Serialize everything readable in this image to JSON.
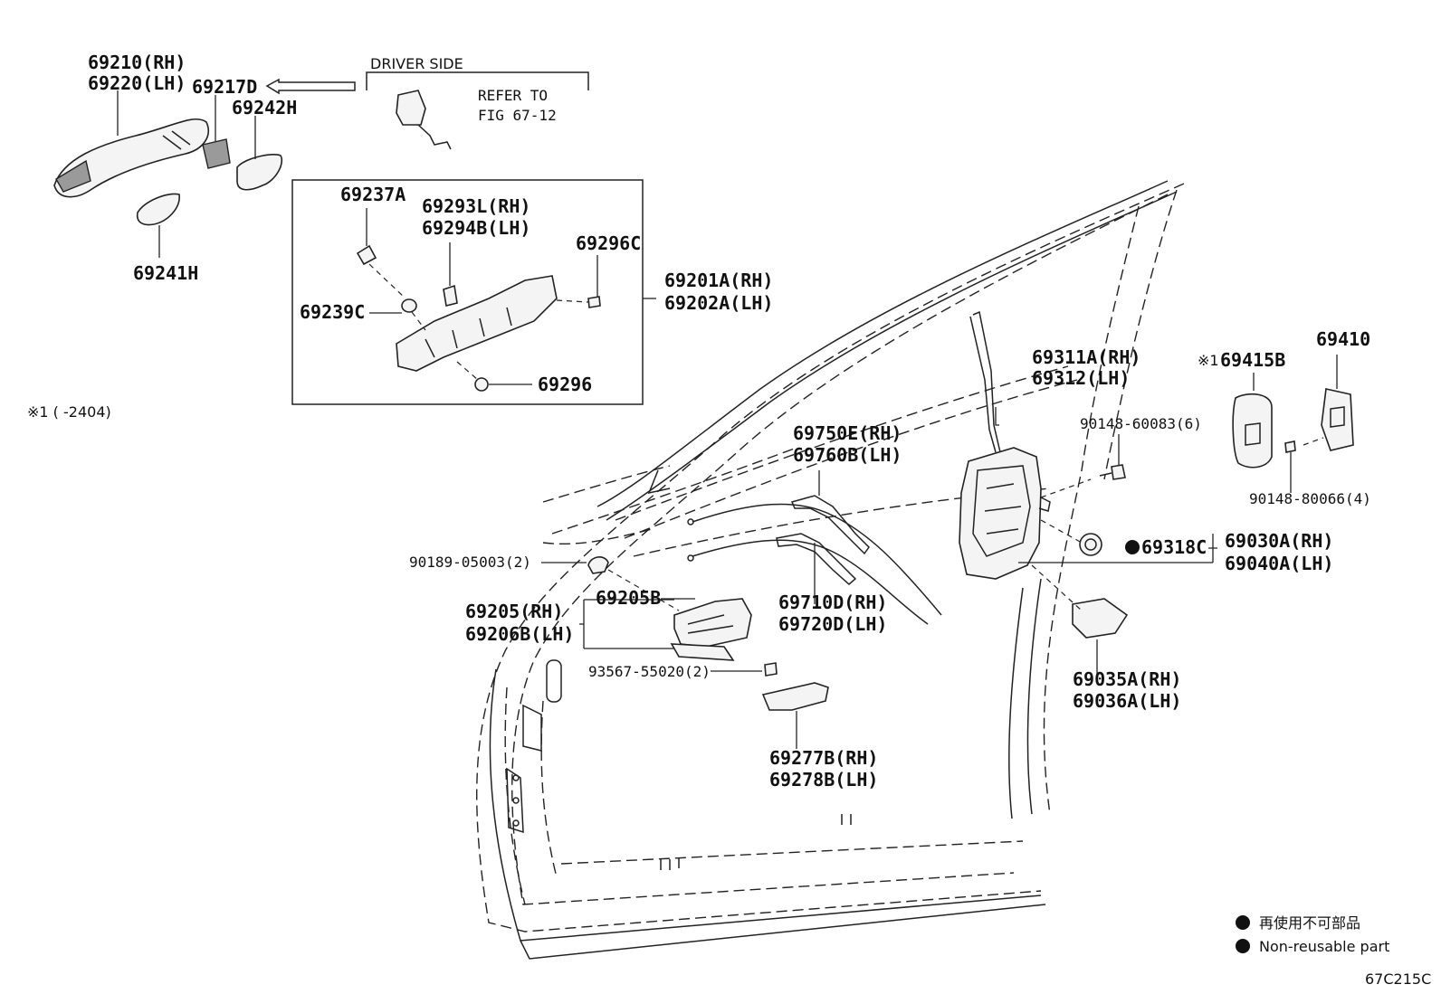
{
  "labels": {
    "outer_handle_rh": "69210(RH)",
    "outer_handle_lh": "69220(LH)",
    "cap": "69217D",
    "pad_rear": "69242H",
    "pad_front": "69241H",
    "driver_side": "DRIVER SIDE",
    "refer_to_line1": "REFER TO",
    "refer_to_line2": "FIG 67-12",
    "spring": "69237A",
    "cover_rh": "69293L(RH)",
    "cover_lh": "69294B(LH)",
    "screw_c": "69296C",
    "frame_rh": "69201A(RH)",
    "frame_lh": "69202A(LH)",
    "bushing": "69239C",
    "screw": "69296",
    "footnote": "※1 (      -2404)",
    "rod_rh": "69311A(RH)",
    "rod_lh": "69312(LH)",
    "cable_open_rh": "69750E(RH)",
    "cable_open_lh": "69760B(LH)",
    "bolt_lock": "90148-60083(6)",
    "striker_cover_mark": "※1",
    "striker_cover": "69415B",
    "striker": "69410",
    "screw_striker": "90148-80066(4)",
    "clip": "90189-05003(2)",
    "inner_handle_bracket": "69205B",
    "inner_handle_rh": "69205(RH)",
    "inner_handle_lh": "69206B(LH)",
    "seal": "69318C",
    "lock_rh": "69030A(RH)",
    "lock_lh": "69040A(LH)",
    "cable_lock_rh": "69710D(RH)",
    "cable_lock_lh": "69720D(LH)",
    "screw_inner": "93567-55020(2)",
    "lock_cover_rh": "69035A(RH)",
    "lock_cover_lh": "69036A(LH)",
    "bezel_rh": "69277B(RH)",
    "bezel_lh": "69278B(LH)"
  },
  "legend": {
    "non_reusable_jp": "再使用不可部品",
    "non_reusable_en": "Non-reusable part"
  },
  "figure_code": "67C215C"
}
